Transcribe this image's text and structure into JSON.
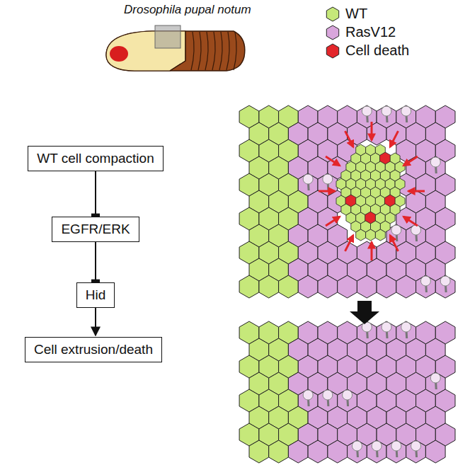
{
  "diagram": {
    "nodes": [
      {
        "text": [
          "WT cell compaction"
        ]
      },
      {
        "text": [
          "EGFR/ERK"
        ]
      },
      {
        "text": [
          "Hid"
        ]
      },
      {
        "text": [
          "Cell extrusion/death"
        ]
      }
    ],
    "edges": [
      {
        "from": 0,
        "to": 1,
        "arrow": "to"
      },
      {
        "from": 1,
        "to": 2,
        "arrow": "to"
      },
      {
        "from": 2,
        "to": 3,
        "arrow": "to"
      }
    ],
    "labels": [
      "Drosophila pupal notum"
    ],
    "legend": [
      {
        "text": "WT",
        "color": "#c6e87a"
      },
      {
        "text": "RasV12",
        "color": "#d9a6dc"
      },
      {
        "text": "Cell death",
        "color": "#e3262b"
      }
    ]
  }
}
